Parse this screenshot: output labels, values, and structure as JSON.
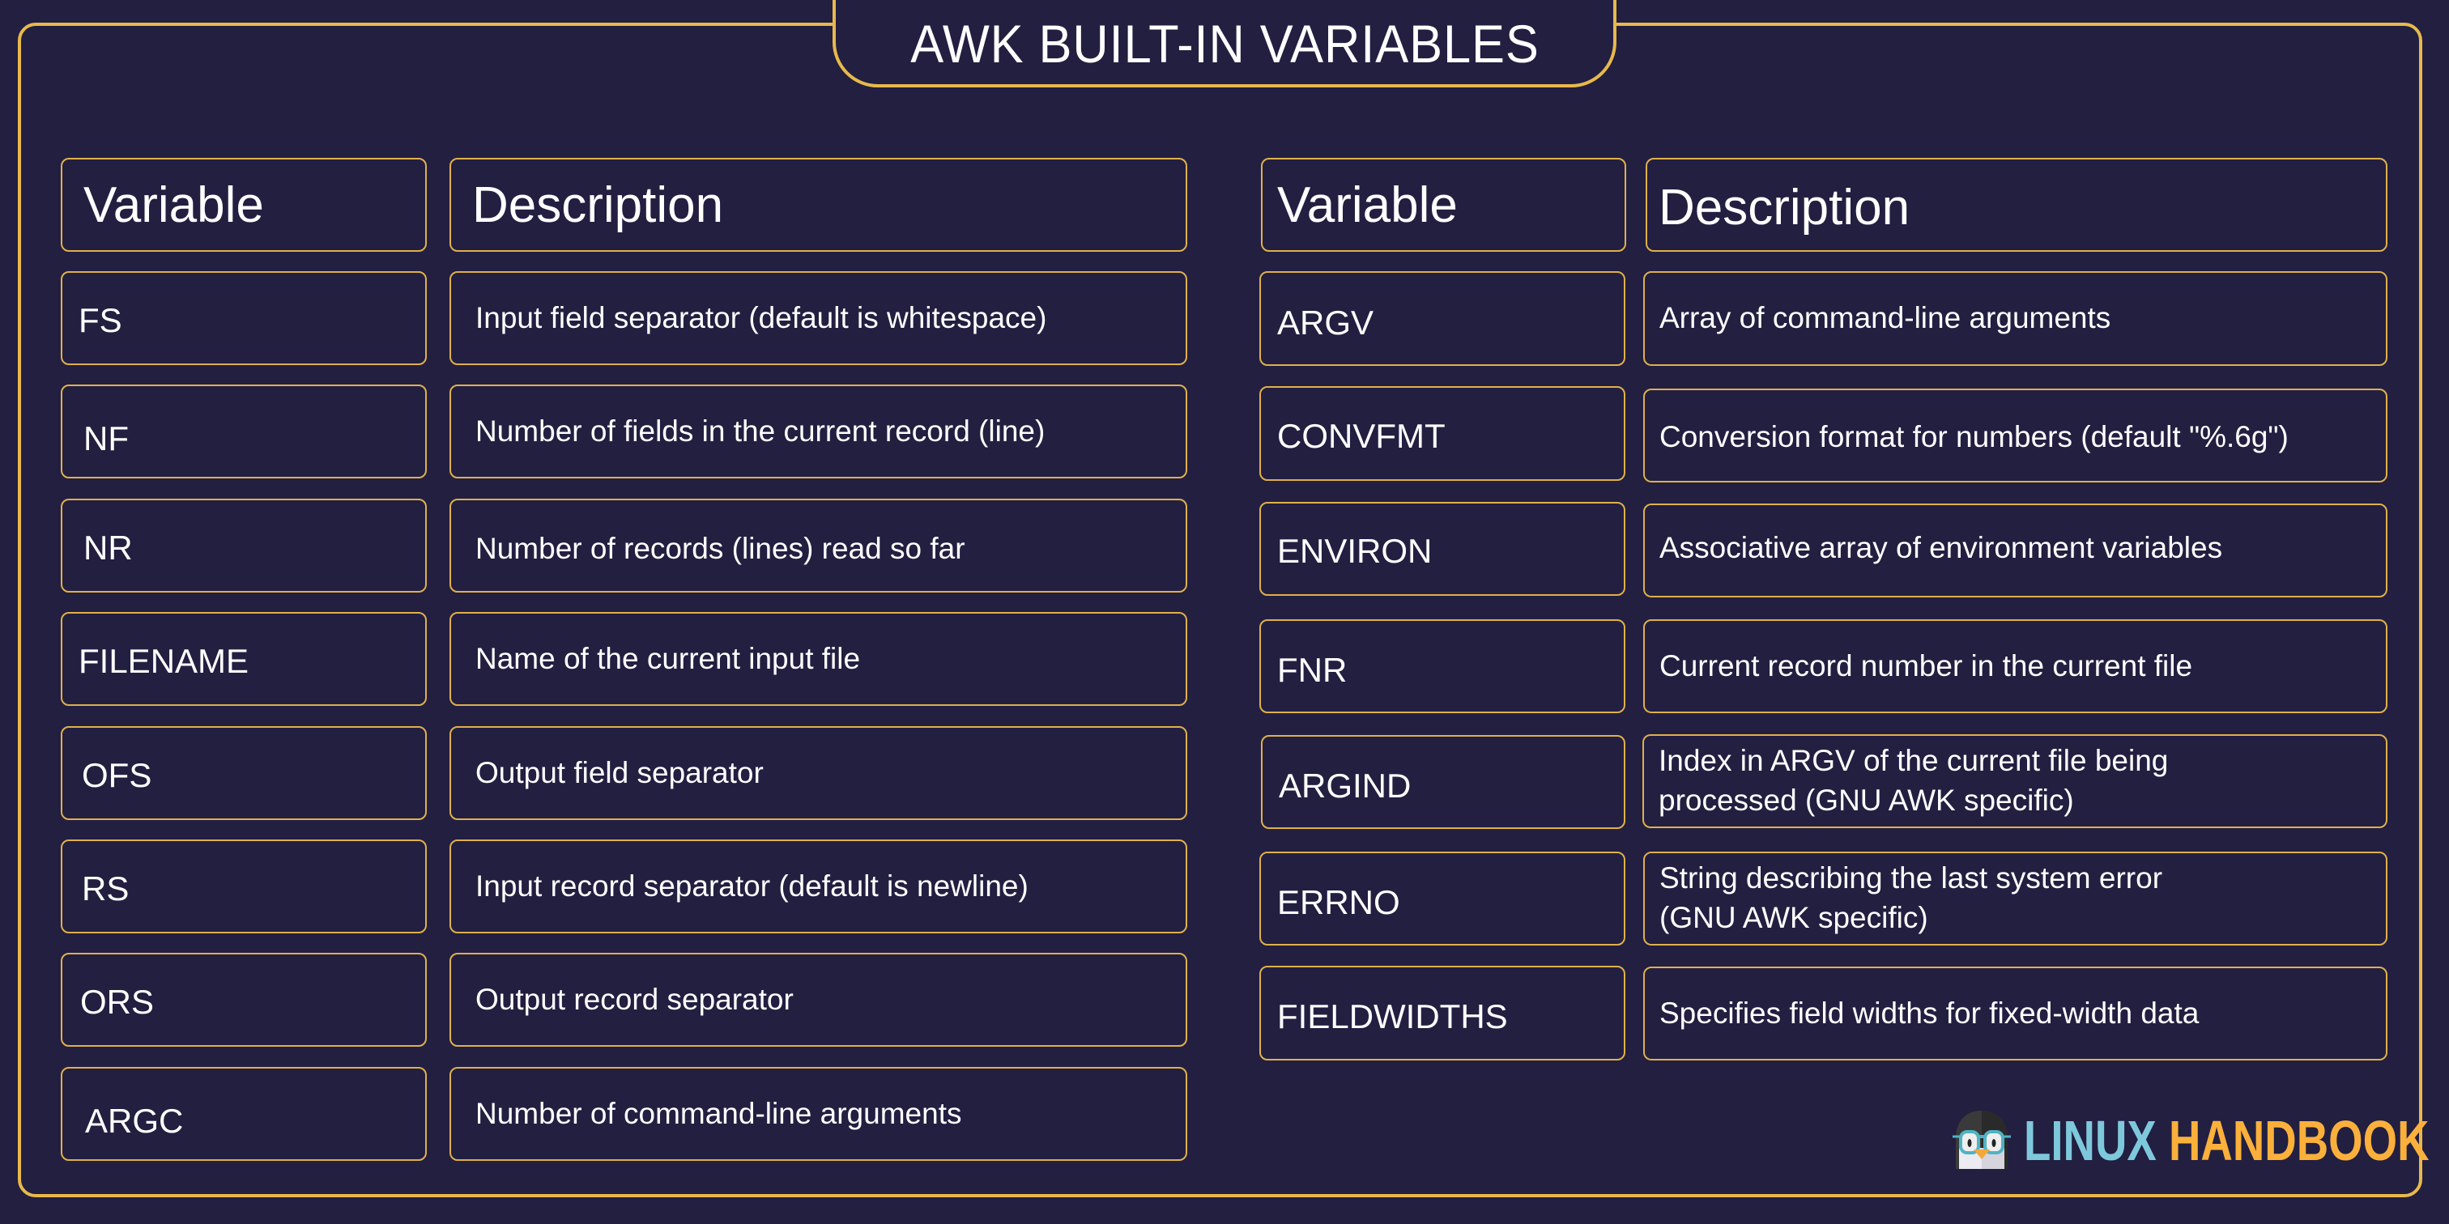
{
  "title": "AWK BUILT-IN VARIABLES",
  "colors": {
    "background": "#221f41",
    "border_accent": "#e8b94b",
    "text": "#ffffff",
    "logo_linux": "#7ec8dc",
    "logo_handbook": "#fbb03b"
  },
  "left_table": {
    "headers": {
      "variable": "Variable",
      "description": "Description"
    },
    "rows": [
      {
        "variable": "FS",
        "description": "Input field separator (default is whitespace)"
      },
      {
        "variable": "NF",
        "description": "Number of fields in the current record (line)"
      },
      {
        "variable": "NR",
        "description": "Number of records (lines) read so far"
      },
      {
        "variable": "FILENAME",
        "description": "Name of the current input file"
      },
      {
        "variable": "OFS",
        "description": "Output field separator"
      },
      {
        "variable": "RS",
        "description": "Input record separator (default is newline)"
      },
      {
        "variable": "ORS",
        "description": "Output record separator"
      },
      {
        "variable": "ARGC",
        "description": "Number of command-line arguments"
      }
    ]
  },
  "right_table": {
    "headers": {
      "variable": "Variable",
      "description": "Description"
    },
    "rows": [
      {
        "variable": "ARGV",
        "description": "Array of command-line arguments"
      },
      {
        "variable": "CONVFMT",
        "description": "Conversion format for numbers (default \"%.6g\")"
      },
      {
        "variable": "ENVIRON",
        "description": "Associative array of environment variables"
      },
      {
        "variable": "FNR",
        "description": "Current record number in the current file"
      },
      {
        "variable": "ARGIND",
        "description_lines": [
          "Index in ARGV of the current file being",
          "processed (GNU AWK specific)"
        ]
      },
      {
        "variable": "ERRNO",
        "description_lines": [
          "String describing the last system error",
          "(GNU AWK specific)"
        ]
      },
      {
        "variable": "FIELDWIDTHS",
        "description": "Specifies field widths for fixed-width data"
      }
    ]
  },
  "logo": {
    "icon": "penguin-with-glasses-icon",
    "word1": "LINUX",
    "word2": "HANDBOOK"
  }
}
